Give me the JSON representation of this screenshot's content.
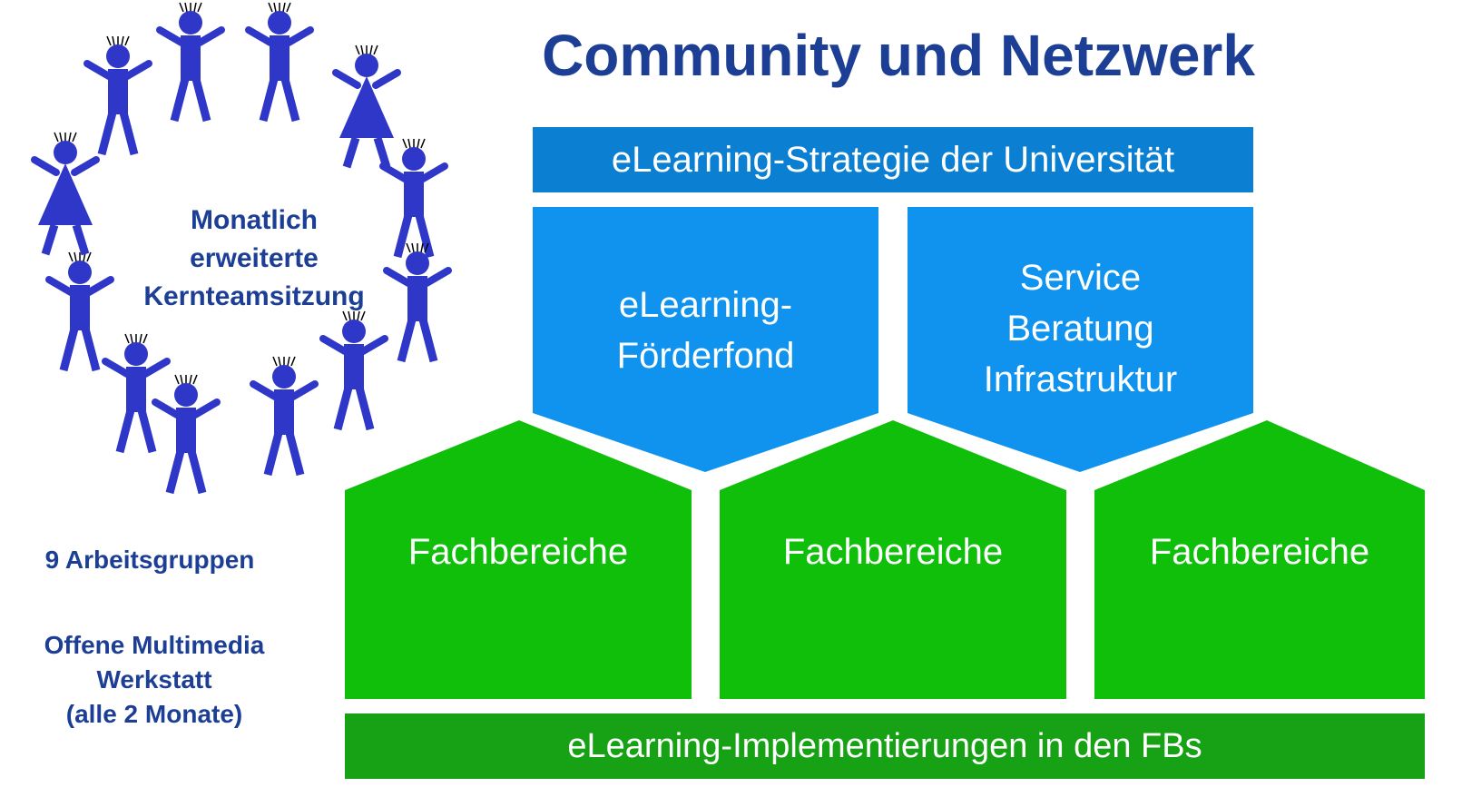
{
  "title": "Community und Netzwerk",
  "strategy_label": "eLearning-Strategie der Universität",
  "blue_boxes": [
    {
      "label": "eLearning-\nFörderfond"
    },
    {
      "label": "Service\nBeratung\nInfrastruktur"
    }
  ],
  "green_houses": [
    {
      "label": "Fachbereiche"
    },
    {
      "label": "Fachbereiche"
    },
    {
      "label": "Fachbereiche"
    }
  ],
  "implementation_label": "eLearning-Implementierungen in den FBs",
  "meeting_label": "Monatlich\nerweiterte\nKernteamsitzung",
  "working_groups_label": "9 Arbeitsgruppen",
  "workshop_label": "Offene Multimedia\nWerkstatt\n(alle 2 Monate)",
  "colors": {
    "title": "#1c3f95",
    "strategy_bar": "#0b7fd2",
    "blue_box": "#0f93ee",
    "green_house": "#0fbf0a",
    "implementation_bar": "#16a214",
    "figure": "#2f37c9"
  },
  "figure_icon": "person-figure-icon"
}
